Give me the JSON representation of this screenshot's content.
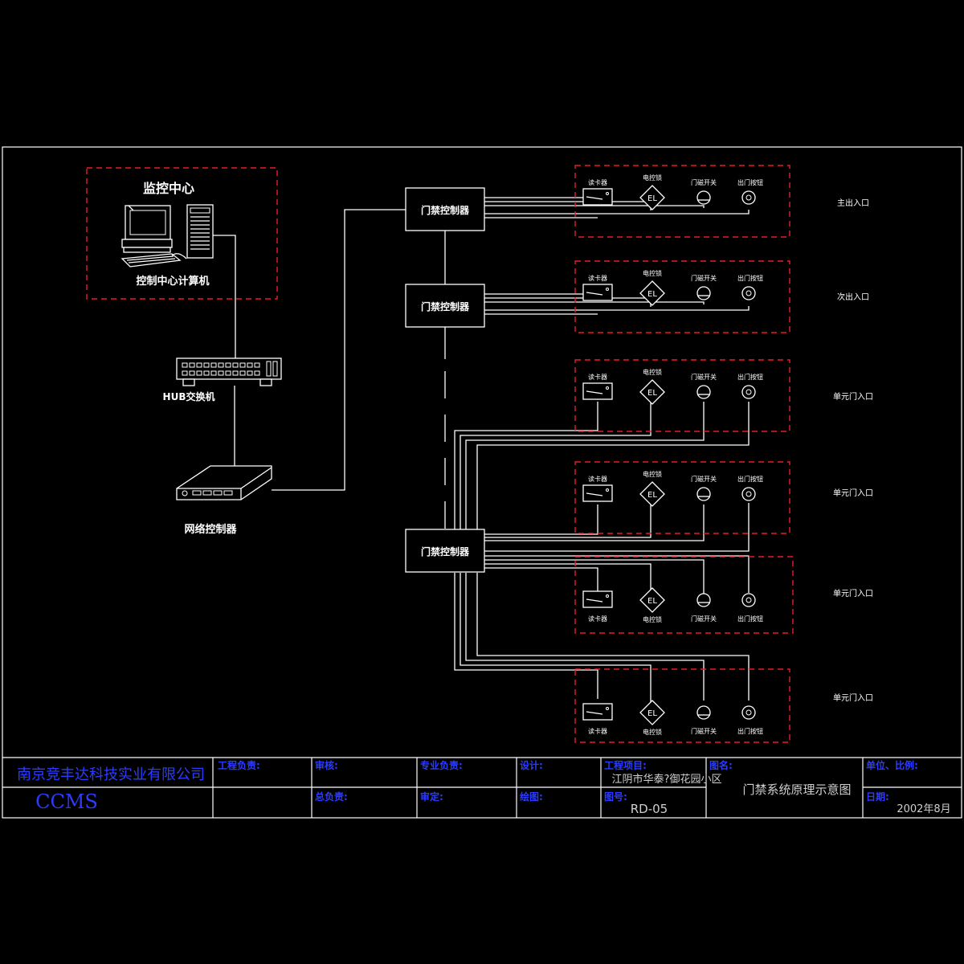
{
  "monitor_center": {
    "title": "监控中心",
    "computer_label": "控制中心计算机"
  },
  "hub_label": "HUB交换机",
  "network_controller_label": "网络控制器",
  "door_controller_label": "门禁控制器",
  "device_labels": {
    "card_reader": "读卡器",
    "lock": "电控锁",
    "lock_symbol": "EL",
    "magnetic_switch": "门磁开关",
    "exit_button": "出门按钮"
  },
  "entrances": [
    {
      "label": "主出入口"
    },
    {
      "label": "次出入口"
    },
    {
      "label": "单元门入口"
    },
    {
      "label": "单元门入口"
    },
    {
      "label": "单元门入口"
    },
    {
      "label": "单元门入口"
    }
  ],
  "title_block": {
    "company": "南京竞丰达科技实业有限公司",
    "logo": "CCMS",
    "project_lead_label": "工程负责:",
    "review_label": "审核:",
    "discipline_lead_label": "专业负责:",
    "design_label": "设计:",
    "project_name_label": "工程项目:",
    "project_name": "江阴市华泰?御花园小区",
    "drawing_name_label": "图名:",
    "drawing_name": "门禁系统原理示意图",
    "unit_scale_label": "单位、比例:",
    "chief_label": "总负责:",
    "approve_label": "审定:",
    "draft_label": "绘图:",
    "drawing_no_label": "图号:",
    "drawing_no": "RD-05",
    "date_label": "日期:",
    "date": "2002年8月"
  },
  "colors": {
    "background": "#000000",
    "line": "#ffffff",
    "dashed_border": "#e0202a",
    "title_text": "#2b3cff"
  }
}
